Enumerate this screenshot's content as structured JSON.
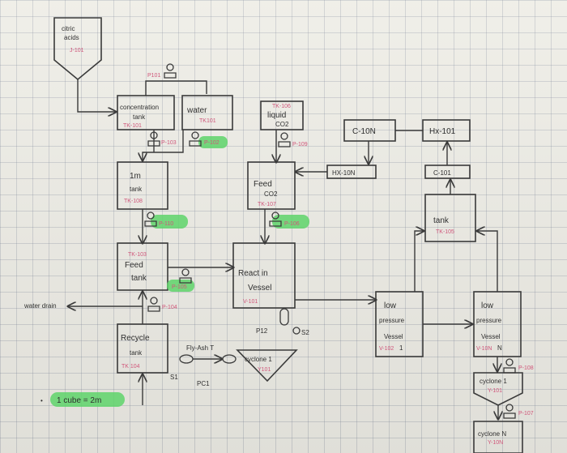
{
  "nodes": {
    "citric": {
      "l1": "citric",
      "l2": "acids",
      "tag": "J-101"
    },
    "conc": {
      "l1": "concentration",
      "l2": "tank",
      "tag": "TK-101"
    },
    "water": {
      "l1": "water",
      "tag": "TK101"
    },
    "liquid": {
      "tag": "TK-106",
      "l1": "liquid",
      "l2": "CO2"
    },
    "c10n_top": {
      "l1": "C-10N"
    },
    "hx101": {
      "l1": "Hx-101"
    },
    "hx10n": {
      "l1": "HX-10N"
    },
    "c101": {
      "l1": "C-101"
    },
    "tank1m": {
      "l1": "1m",
      "l2": "tank",
      "tag": "TK-108"
    },
    "feedco2": {
      "l1": "Feed",
      "l2": "CO2",
      "tag": "TK-107"
    },
    "tank105": {
      "l1": "tank",
      "tag": "TK-105"
    },
    "feedtank": {
      "tag": "TK-103",
      "l1": "Feed",
      "l2": "tank"
    },
    "react": {
      "l1": "React in",
      "l2": "Vessel",
      "tag": "V-101"
    },
    "lowp1": {
      "l1": "low",
      "l2": "pressure",
      "l3": "Vessel",
      "tag": "V-102",
      "suffix": "1"
    },
    "lowp2": {
      "l1": "low",
      "l2": "pressure",
      "l3": "Vessel",
      "tag": "V-10N",
      "suffix": "N"
    },
    "recycle": {
      "l1": "Recycle",
      "l2": "tank",
      "tag": "TK 104"
    },
    "cyc_mid": {
      "l1": "cyclone 1",
      "tag": "Y101"
    },
    "cyc1": {
      "l1": "cyclone 1",
      "tag": "Y-101"
    },
    "cycN": {
      "l1": "cyclone N",
      "tag": "Y-10N"
    }
  },
  "pumps": {
    "p101": "P101",
    "p103": "P-103",
    "p102": "P-102",
    "p109": "P-109",
    "p110": "P-110",
    "p106": "P-106",
    "p105": "P-105",
    "p104": "P-104",
    "p108": "P-108",
    "p107": "P-107",
    "s2": "S2",
    "p12": "P12"
  },
  "labels": {
    "water_drain": "water drain",
    "flyash": "Fly-Ash T",
    "s1": "S1",
    "pc1": "PC1",
    "scale": "1 cube = 2m"
  }
}
